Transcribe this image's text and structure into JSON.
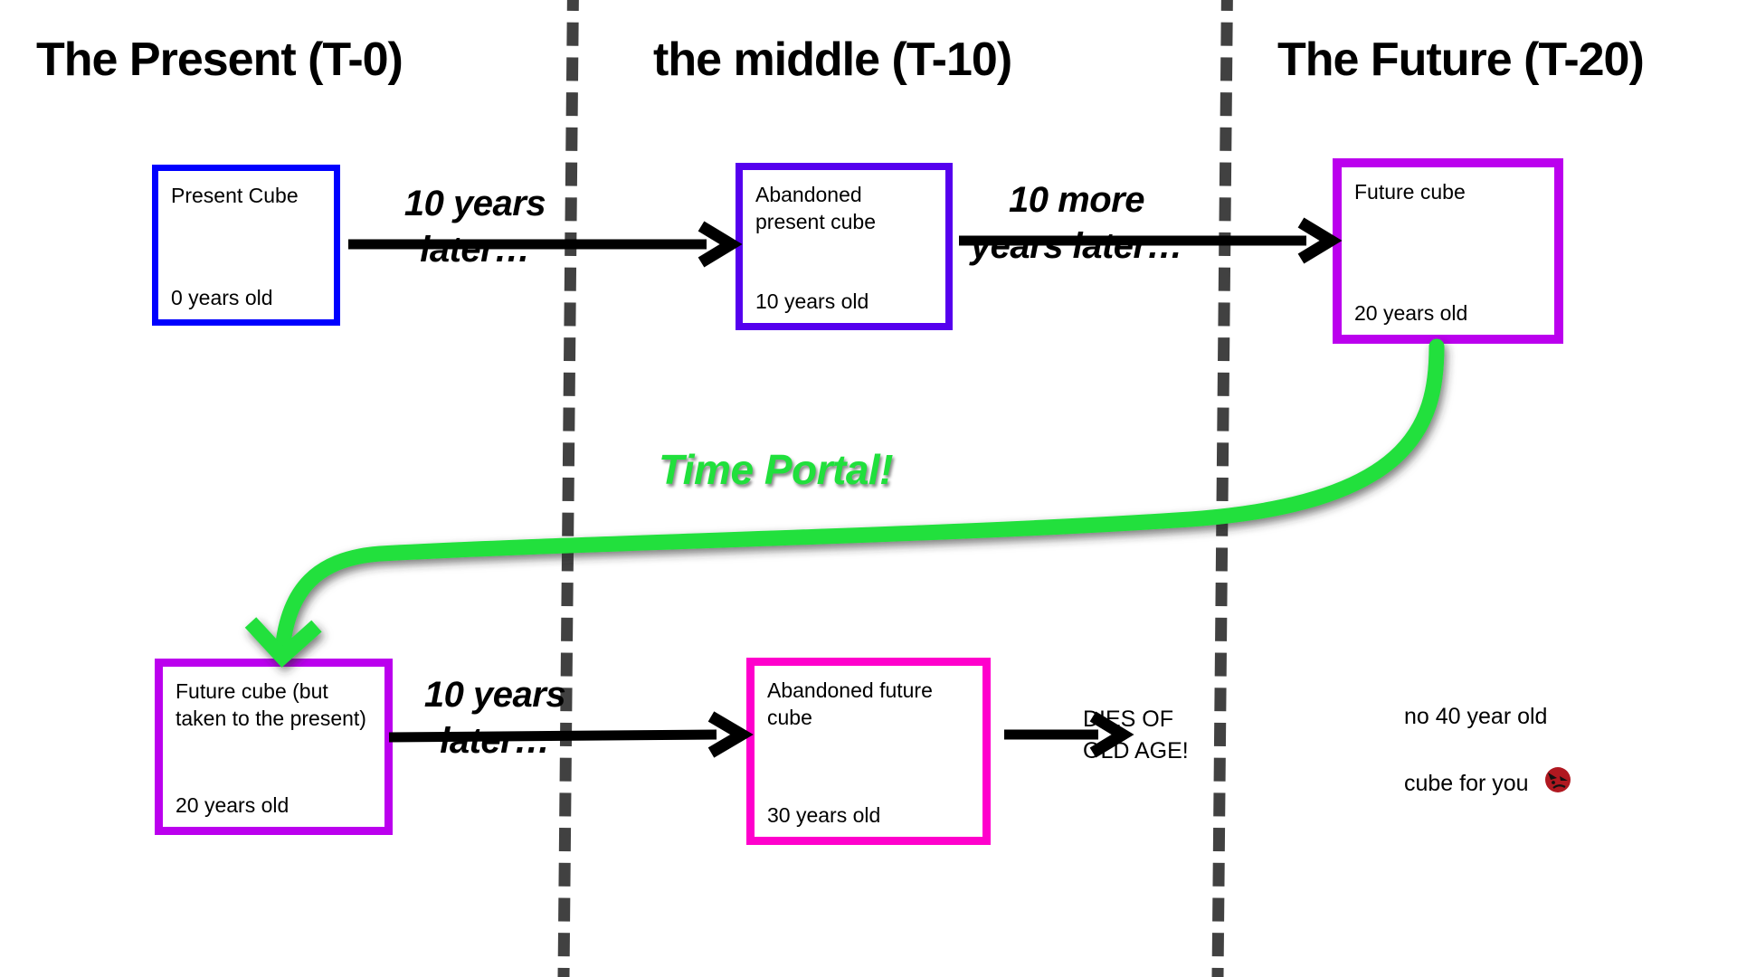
{
  "columns": [
    {
      "id": "present",
      "title": "The Present (T-0)"
    },
    {
      "id": "middle",
      "title": "the middle (T-10)"
    },
    {
      "id": "future",
      "title": "The Future (T-20)"
    }
  ],
  "boxes": {
    "present": {
      "name": "Present Cube",
      "age": "0 years old",
      "border_color": "#0000ff"
    },
    "abandoned_present": {
      "name": "Abandoned\npresent cube",
      "age": "10 years old",
      "border_color": "#5500ee"
    },
    "future": {
      "name": "Future cube",
      "age": "20 years old",
      "border_color": "#bb00ee"
    },
    "future_in_present": {
      "name": "Future cube (but\ntaken to the present)",
      "age": "20 years old",
      "border_color": "#bb00ee"
    },
    "abandoned_future": {
      "name": "Abandoned future\ncube",
      "age": "30 years old",
      "border_color": "#ff00cc"
    }
  },
  "arrow_labels": {
    "present_to_middle": "10 years\nlater…",
    "middle_to_future": "10 more\nyears later…",
    "bottom_present_to_middle": "10 years\nlater…"
  },
  "notes": {
    "dies_of_old_age": "DIES OF\nOLD AGE!",
    "no_40_year_old": "no 40 year old\ncube for you ",
    "no_40_emoji": "angry-red-face-emoji"
  },
  "portal": {
    "label": "Time Portal!",
    "color": "#20e03c"
  },
  "divider": {
    "color": "#414141",
    "style": "dashed"
  },
  "arrow_color": "#000000",
  "background_color": "#ffffff"
}
